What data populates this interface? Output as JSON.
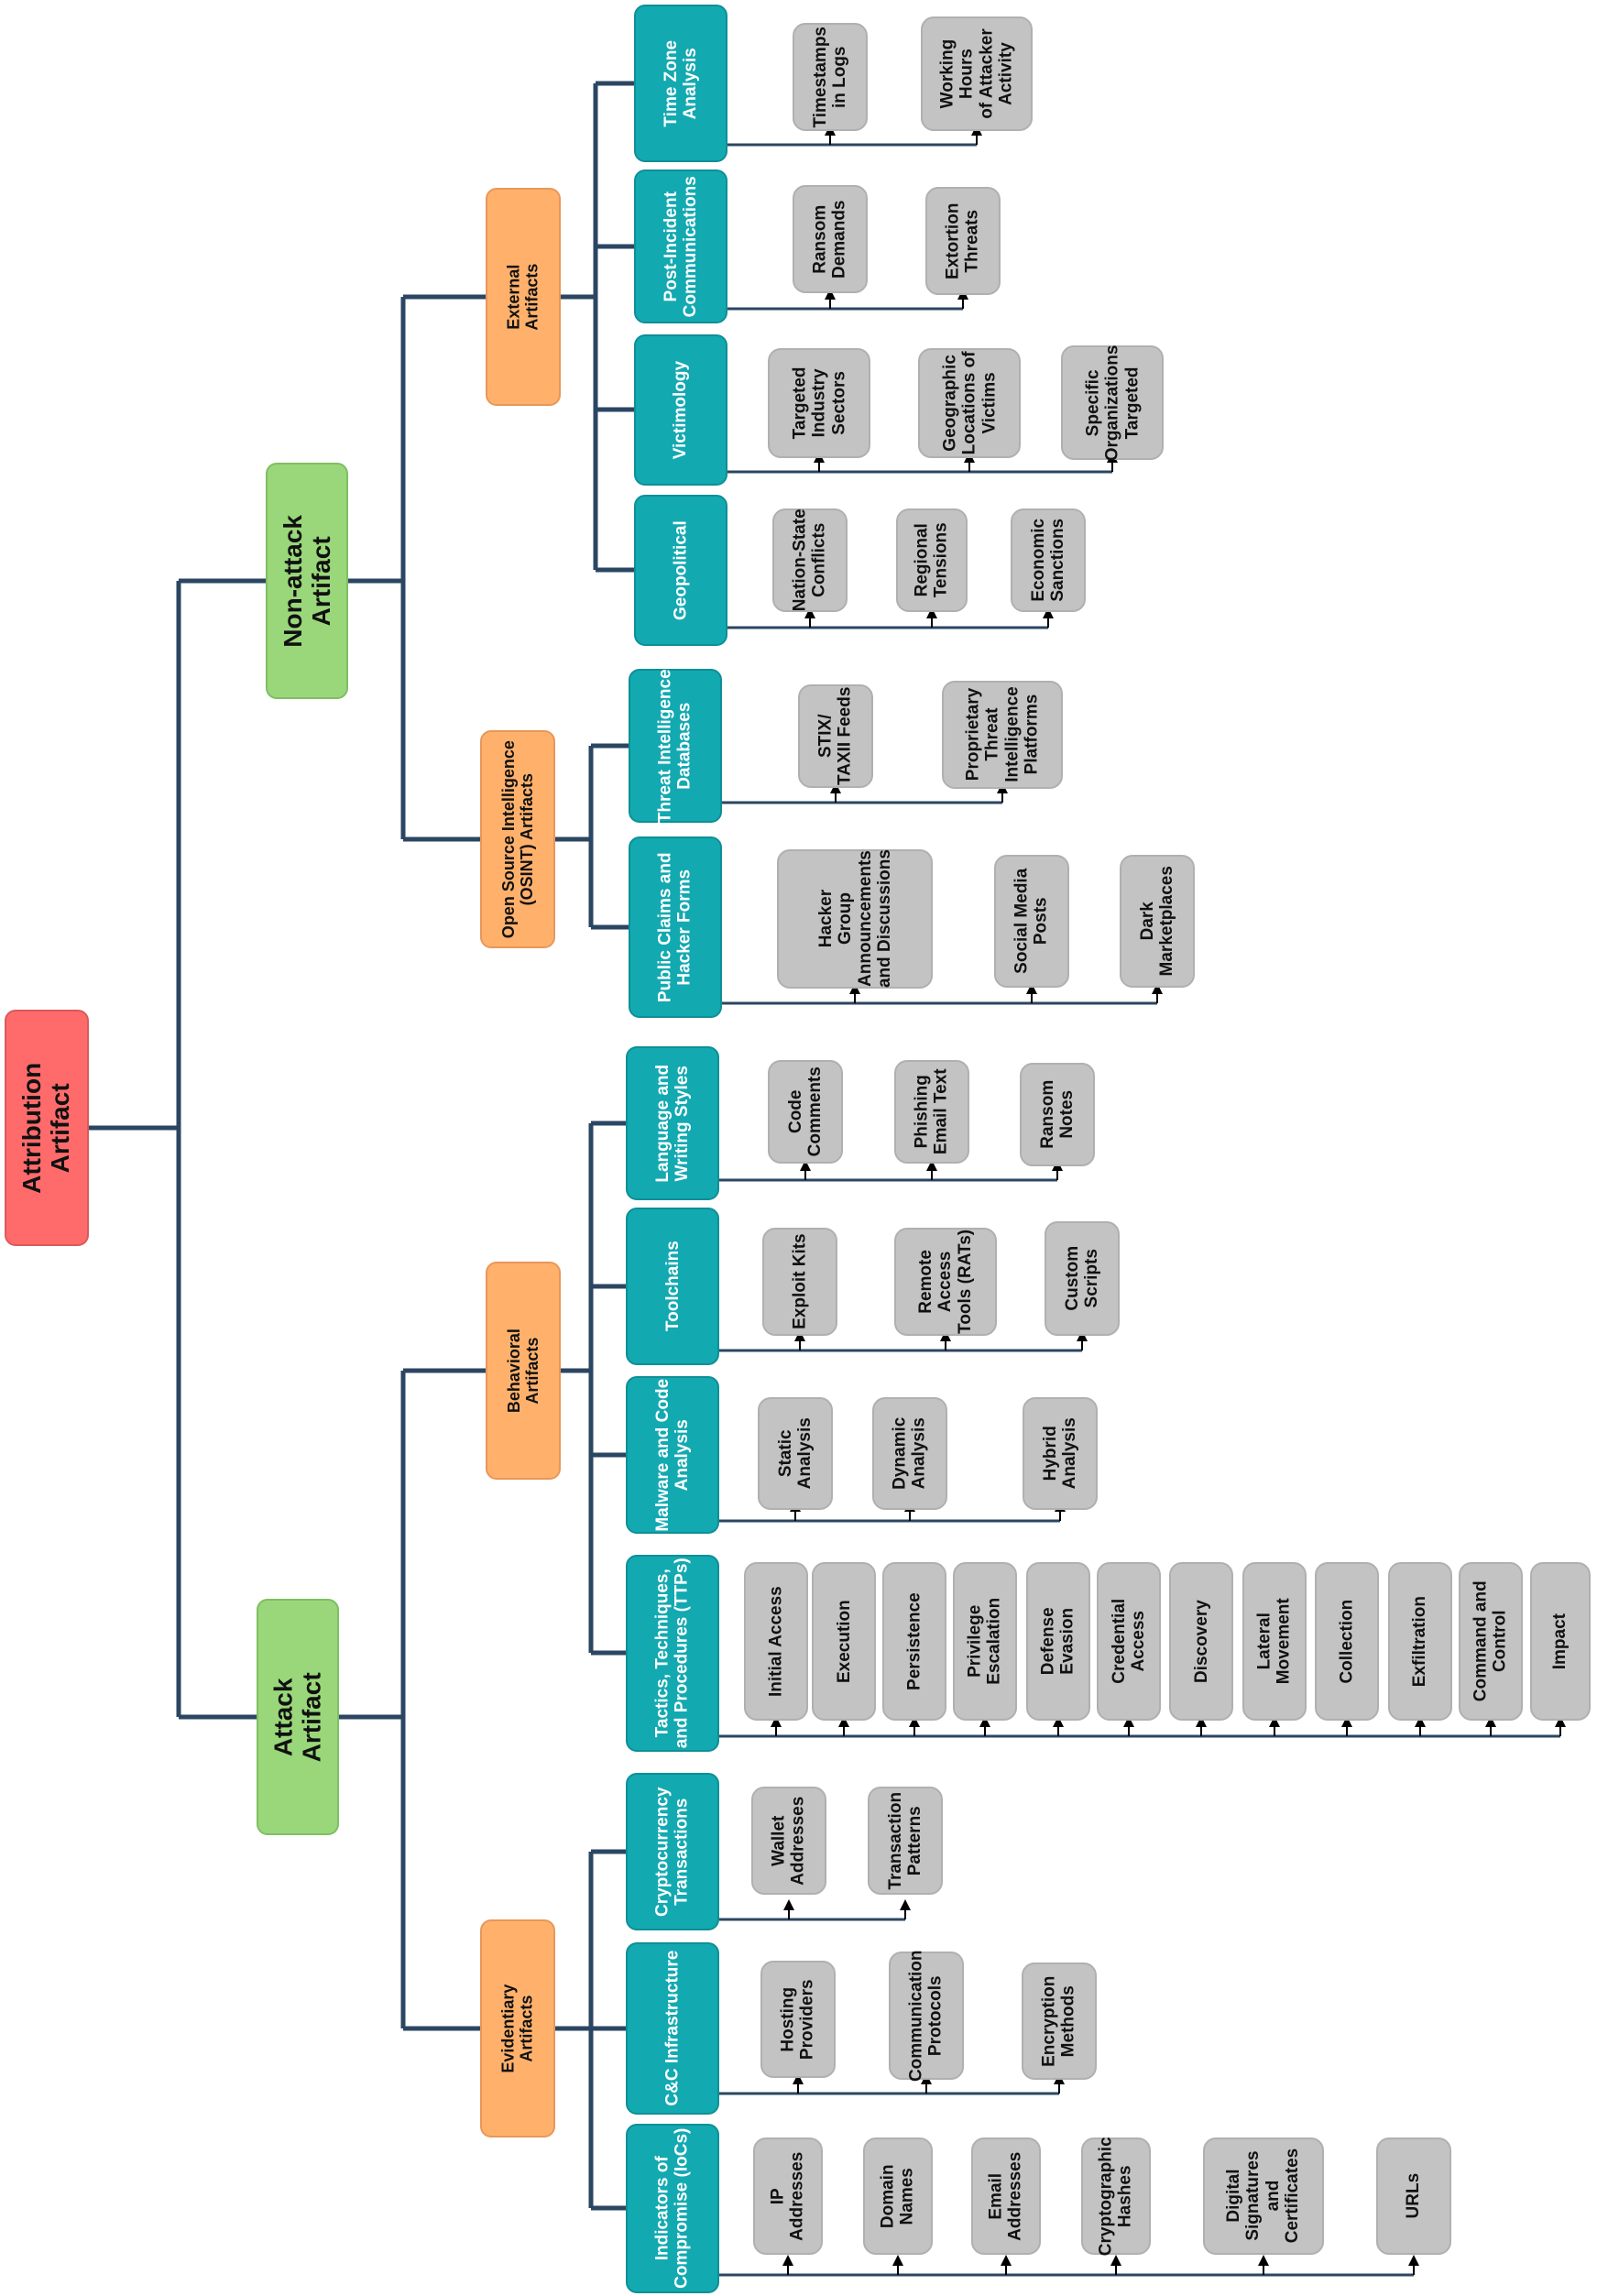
{
  "tree": {
    "root": "Attribution\nArtifact",
    "non_attack": {
      "label": "Non-attack\nArtifact",
      "external": {
        "label": "External\nArtifacts",
        "time_zone": {
          "label": "Time Zone\nAnalysis",
          "items": [
            "Timestamps\nin Logs",
            "Working\nHours\nof Attacker\nActivity"
          ]
        },
        "post_incident": {
          "label": "Post-Incident\nCommunications",
          "items": [
            "Ransom\nDemands",
            "Extortion\nThreats"
          ]
        },
        "victimology": {
          "label": "Victimology",
          "items": [
            "Targeted\nIndustry\nSectors",
            "Geographic\nLocations of\nVictims",
            "Specific\nOrganizations\nTargeted"
          ]
        },
        "geopolitical": {
          "label": "Geopolitical",
          "items": [
            "Nation-State\nConflicts",
            "Regional\nTensions",
            "Economic\nSanctions"
          ]
        }
      },
      "osint": {
        "label": "Open Source Intelligence\n(OSINT) Artifacts",
        "threat_intel": {
          "label": "Threat Intelligence\nDatabases",
          "items": [
            "STIX/\nTAXII Feeds",
            "Proprietary\nThreat\nIntelligence\nPlatforms"
          ]
        },
        "public_claims": {
          "label": "Public Claims and\nHacker Forms",
          "items": [
            "Hacker\nGroup\nAnnouncements\nand Discussions",
            "Social Media\nPosts",
            "Dark\nMarketplaces"
          ]
        }
      }
    },
    "attack": {
      "label": "Attack\nArtifact",
      "behavioral": {
        "label": "Behavioral\nArtifacts",
        "language": {
          "label": "Language and\nWriting Styles",
          "items": [
            "Code\nComments",
            "Phishing\nEmail Text",
            "Ransom\nNotes"
          ]
        },
        "toolchains": {
          "label": "Toolchains",
          "items": [
            "Exploit Kits",
            "Remote\nAccess\nTools (RATs)",
            "Custom\nScripts"
          ]
        },
        "malware": {
          "label": "Malware and Code\nAnalysis",
          "items": [
            "Static\nAnalysis",
            "Dynamic\nAnalysis",
            "Hybrid\nAnalysis"
          ]
        },
        "ttps": {
          "label": "Tactics, Techniques,\nand Procedures (TTPs)",
          "items": [
            "Initial Access",
            "Execution",
            "Persistence",
            "Privilege\nEscalation",
            "Defense\nEvasion",
            "Credential\nAccess",
            "Discovery",
            "Lateral\nMovement",
            "Collection",
            "Exfiltration",
            "Command and\nControl",
            "Impact"
          ]
        }
      },
      "evidentiary": {
        "label": "Evidentiary\nArtifacts",
        "crypto": {
          "label": "Cryptocurrency\nTransactions",
          "items": [
            "Wallet\nAddresses",
            "Transaction\nPatterns"
          ]
        },
        "cnc": {
          "label": "C&C Infrastructure",
          "items": [
            "Hosting\nProviders",
            "Communication\nProtocols",
            "Encryption\nMethods"
          ]
        },
        "ioc": {
          "label": "Indicators of\nCompromise (IoCs)",
          "items": [
            "IP\nAddresses",
            "Domain\nNames",
            "Email\nAddresses",
            "Cryptographic\nHashes",
            "Digital\nSignatures\nand\nCertificates",
            "URLs"
          ]
        }
      }
    }
  },
  "colors": {
    "connector": "#2b4662",
    "root": "#ff6b6b",
    "level1": "#99d77a",
    "level2": "#ffb16c",
    "level3": "#13a9b1",
    "leaf": "#c3c3c3"
  }
}
